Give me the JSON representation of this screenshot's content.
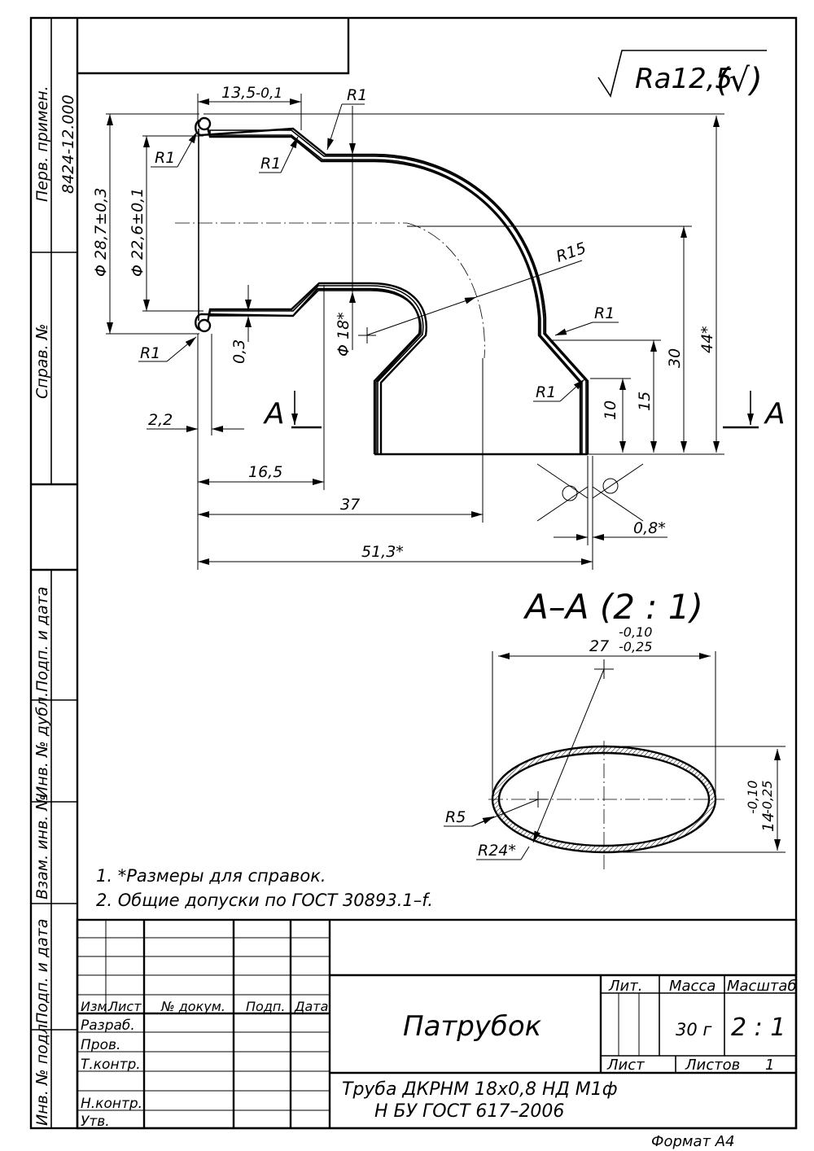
{
  "roughness": {
    "main": "Ra12,5",
    "mark": "(√)"
  },
  "dims": {
    "top_len": "13,5",
    "top_len_tol": "-0,1",
    "r1": "R1",
    "r15": "R15",
    "d_outer": "Φ 28,7±0,3",
    "d_inner": "Φ 22,6±0,1",
    "d_pipe": "Φ 18*",
    "wall": "0,3",
    "bead": "2,2",
    "len_16": "16,5",
    "len_37": "37",
    "len_51": "51,3*",
    "thick": "0,8*",
    "h10": "10",
    "h15": "15",
    "h30": "30",
    "h44": "44*",
    "a_left": "A",
    "a_right": "A"
  },
  "section": {
    "title": "A–A  (2 : 1)",
    "width": "27",
    "width_tol_up": "-0,10",
    "width_tol_low": "-0,25",
    "height": "14",
    "height_tol_up": "-0,10",
    "height_tol_low": "-0,25",
    "r5": "R5",
    "r24": "R24*"
  },
  "notes": [
    "1. *Размеры для справок.",
    "2. Общие допуски по ГОСТ 30893.1–f."
  ],
  "side_labels": {
    "perv": "Перв. примен.",
    "perv_val": "8424-12.000",
    "sprav": "Справ. №",
    "podp1": "Подп. и дата",
    "inv_dubl": "Инв. № дубл.",
    "vzam": "Взам. инв. №",
    "podp2": "Подп. и дата",
    "inv_podl": "Инв. № подл."
  },
  "title_block": {
    "izm": "Изм.",
    "list": "Лист",
    "doc": "№ докум.",
    "podp": "Подп.",
    "data": "Дата",
    "razrab": "Разраб.",
    "prov": "Пров.",
    "tkontr": "Т.контр.",
    "nkontr": "Н.контр.",
    "utv": "Утв.",
    "name": "Патрубок",
    "lit": "Лит.",
    "massa": "Масса",
    "masshtab": "Масштаб",
    "mass_val": "30 г",
    "scale_val": "2 : 1",
    "sheet": "Лист",
    "sheets": "Листов",
    "sheets_val": "1",
    "material_1": "Труба ДКРНМ 18х0,8 НД М1ф",
    "material_2": "Н БУ ГОСТ 617–2006"
  },
  "format": "Формат А4"
}
